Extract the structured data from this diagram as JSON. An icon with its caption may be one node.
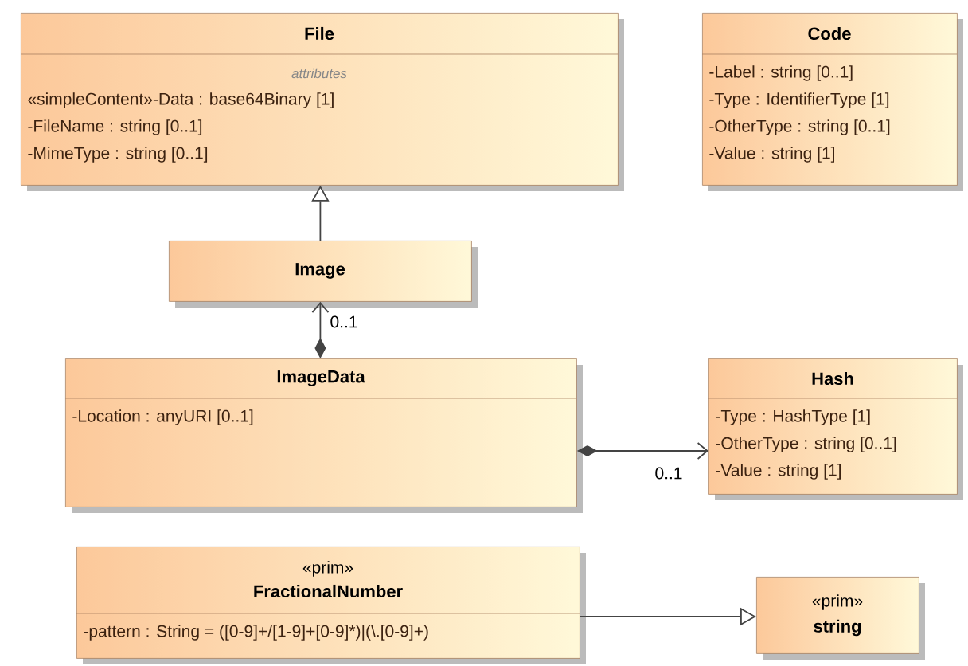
{
  "diagram": {
    "nodes": [
      {
        "text": [
          "File",
          "attributes",
          "«simpleContent»-Data : base64Binary [1]",
          "-FileName : string [0..1]",
          "-MimeType : string [0..1]"
        ]
      },
      {
        "text": [
          "Code",
          "-Label : string [0..1]",
          "-Type : IdentifierType [1]",
          "-OtherType : string [0..1]",
          "-Value : string [1]"
        ]
      },
      {
        "text": [
          "Image"
        ]
      },
      {
        "text": [
          "ImageData",
          "-Location : anyURI [0..1]"
        ]
      },
      {
        "text": [
          "Hash",
          "-Type : HashType [1]",
          "-OtherType : string [0..1]",
          "-Value : string [1]"
        ]
      },
      {
        "text": [
          "«prim»",
          "FractionalNumber",
          "-pattern : String = ([0-9]+/[1-9]+[0-9]*)|(\\.[0-9]+)"
        ]
      },
      {
        "text": [
          "«prim»",
          "string"
        ]
      }
    ],
    "edges": [
      {
        "from": 2,
        "to": 0,
        "arrow": "to"
      },
      {
        "from": 3,
        "to": 2,
        "arrow": "to",
        "label": "0..1"
      },
      {
        "from": 3,
        "to": 4,
        "arrow": "to",
        "label": "0..1"
      },
      {
        "from": 5,
        "to": 6,
        "arrow": "to"
      }
    ]
  }
}
